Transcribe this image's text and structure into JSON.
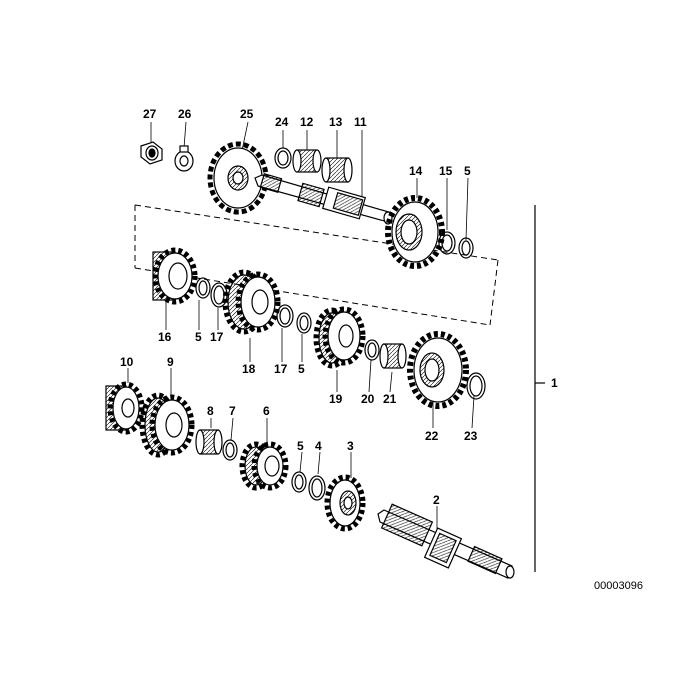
{
  "diagram": {
    "part_number": "00003096",
    "callouts": {
      "c1": "1",
      "c2": "2",
      "c3": "3",
      "c4": "4",
      "c5a": "5",
      "c5b": "5",
      "c5c": "5",
      "c5d": "5",
      "c6": "6",
      "c7": "7",
      "c8": "8",
      "c9": "9",
      "c10": "10",
      "c11": "11",
      "c12": "12",
      "c13": "13",
      "c14": "14",
      "c15": "15",
      "c16": "16",
      "c17a": "17",
      "c17b": "17",
      "c18": "18",
      "c19": "19",
      "c20": "20",
      "c21": "21",
      "c22": "22",
      "c23": "23",
      "c24": "24",
      "c25": "25",
      "c26": "26",
      "c27": "27"
    },
    "colors": {
      "ink": "#000000",
      "paper": "#ffffff",
      "shade": "#d9d9d9"
    }
  }
}
